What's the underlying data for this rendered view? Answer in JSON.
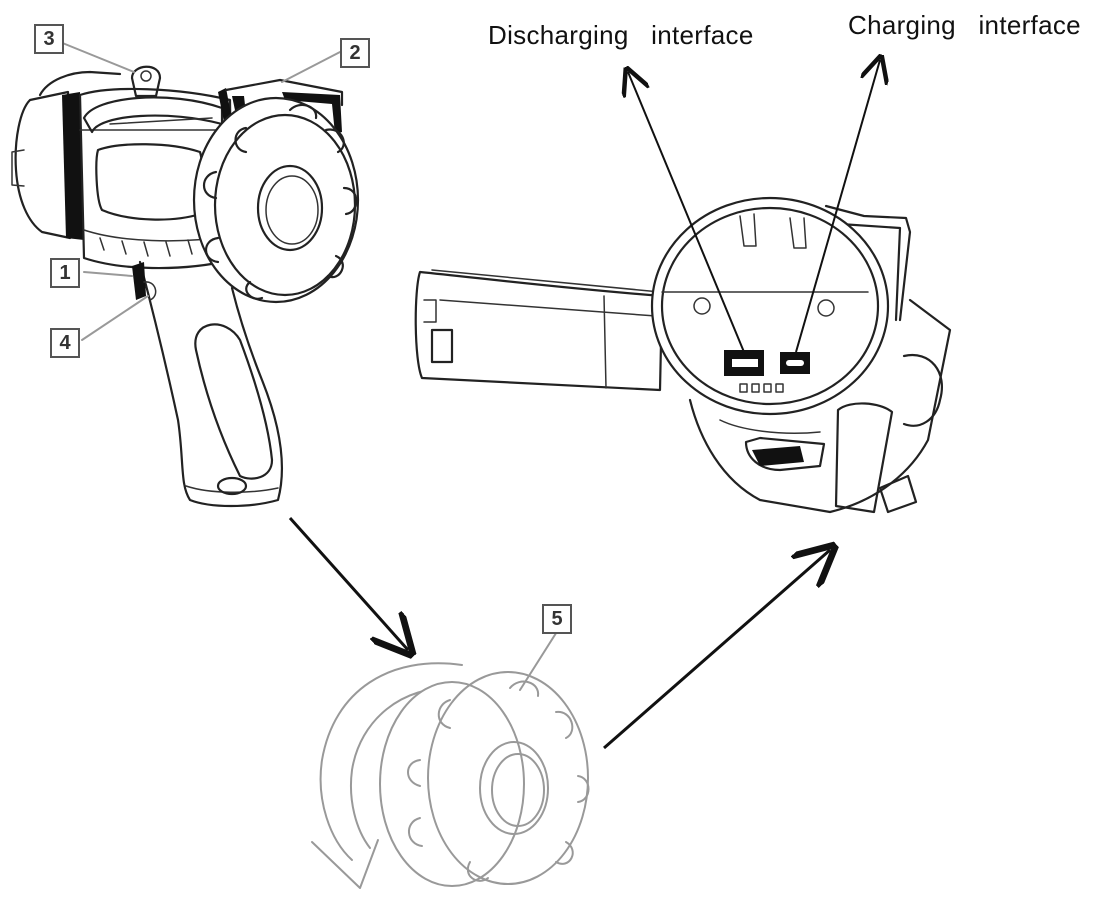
{
  "labels": {
    "discharging": "Discharging   interface",
    "charging": "Charging   interface"
  },
  "callouts": [
    "1",
    "2",
    "3",
    "4",
    "5"
  ]
}
